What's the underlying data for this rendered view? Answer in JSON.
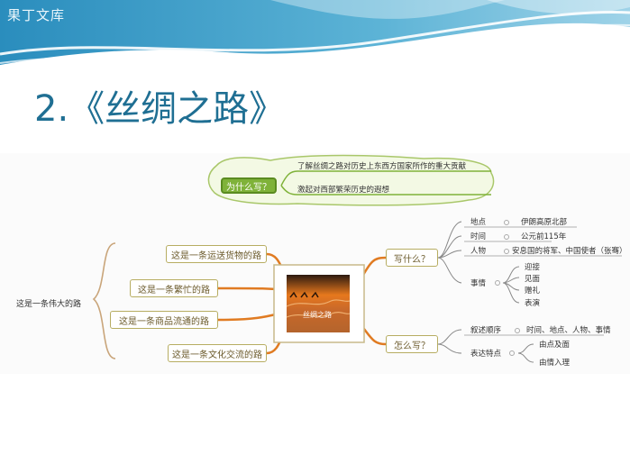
{
  "brand": "果丁文库",
  "title": "2.《丝绸之路》",
  "colors": {
    "title": "#1f6f93",
    "header": "#2b8fc0",
    "accent_green": "#7fb239",
    "branch_orange": "#e07b22"
  },
  "mindmap": {
    "why": {
      "label": "为什么写？",
      "items": [
        "了解丝绸之路对历史上东西方国家所作的重大贡献",
        "激起对西部繁荣历史的遐想"
      ]
    },
    "root_label": "这是一条伟大的路",
    "left_items": [
      "这是一条运送货物的路",
      "这是一条繁忙的路",
      "这是一条商品流通的路",
      "这是一条文化交流的路"
    ],
    "center_caption": "丝绸之路",
    "what": {
      "label": "写什么？",
      "location_key": "地点",
      "location_val": "伊朗高原北部",
      "time_key": "时间",
      "time_val": "公元前115年",
      "people_key": "人物",
      "people_val": "安息国的将军、中国使者（张骞）",
      "events_key": "事情",
      "events": [
        "迎接",
        "见面",
        "赠礼",
        "表演"
      ]
    },
    "how": {
      "label": "怎么写？",
      "order_key": "叙述顺序",
      "order_val": "时间、地点、人物、事情",
      "feature_key": "表达特点",
      "features": [
        "由点及面",
        "由情入理"
      ]
    }
  }
}
